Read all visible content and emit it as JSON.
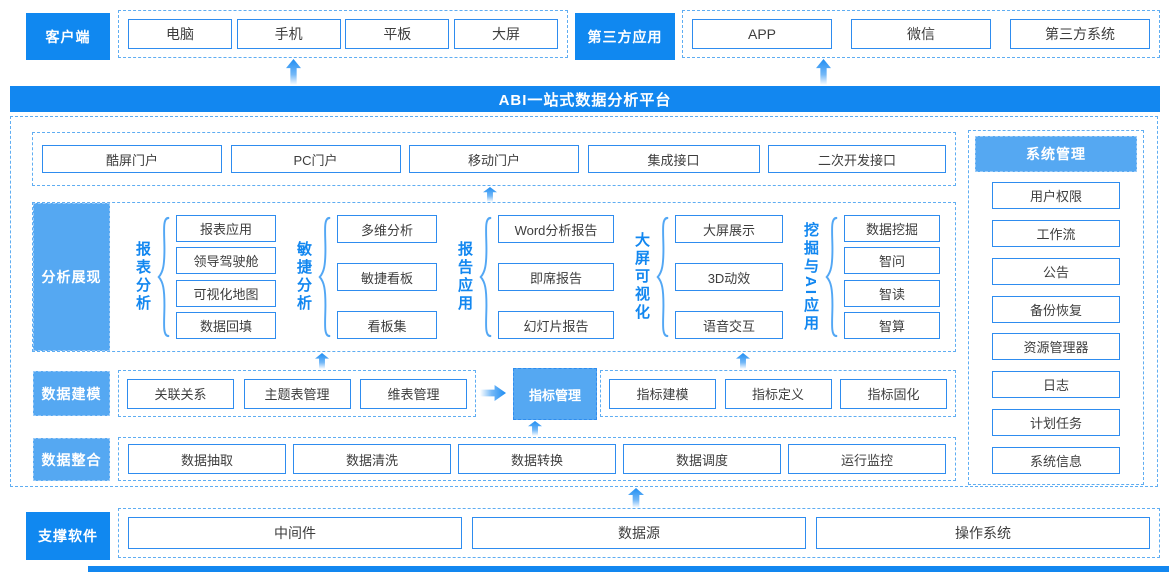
{
  "client": {
    "label": "客户端",
    "items": [
      "电脑",
      "手机",
      "平板",
      "大屏"
    ]
  },
  "third_party": {
    "label": "第三方应用",
    "items": [
      "APP",
      "微信",
      "第三方系统"
    ]
  },
  "banner": "ABI一站式数据分析平台",
  "portals": [
    "酷屏门户",
    "PC门户",
    "移动门户",
    "集成接口",
    "二次开发接口"
  ],
  "analysis": {
    "label": "分析展现",
    "groups": [
      {
        "title": "报表分析",
        "items": [
          "报表应用",
          "领导驾驶舱",
          "可视化地图",
          "数据回填"
        ]
      },
      {
        "title": "敏捷分析",
        "items": [
          "多维分析",
          "敏捷看板",
          "看板集"
        ]
      },
      {
        "title": "报告应用",
        "items": [
          "Word分析报告",
          "即席报告",
          "幻灯片报告"
        ]
      },
      {
        "title": "大屏可视化",
        "items": [
          "大屏展示",
          "3D动效",
          "语音交互"
        ]
      },
      {
        "title": "挖掘与AI应用",
        "items": [
          "数据挖掘",
          "智问",
          "智读",
          "智算"
        ]
      }
    ]
  },
  "modeling": {
    "label": "数据建模",
    "items": [
      "关联关系",
      "主题表管理",
      "维表管理"
    ],
    "indicator_label": "指标管理",
    "indicator_items": [
      "指标建模",
      "指标定义",
      "指标固化"
    ]
  },
  "integration": {
    "label": "数据整合",
    "items": [
      "数据抽取",
      "数据清洗",
      "数据转换",
      "数据调度",
      "运行监控"
    ]
  },
  "system": {
    "label": "系统管理",
    "items": [
      "用户权限",
      "工作流",
      "公告",
      "备份恢复",
      "资源管理器",
      "日志",
      "计划任务",
      "系统信息"
    ]
  },
  "support": {
    "label": "支撑软件",
    "items": [
      "中间件",
      "数据源",
      "操作系统"
    ]
  },
  "colors": {
    "primary_blue": "#1088F0",
    "light_blue": "#55A8F2",
    "box_border": "#2E8CEF",
    "dashed_border": "#5FADF2",
    "group_title_blue": "#1287F0"
  }
}
